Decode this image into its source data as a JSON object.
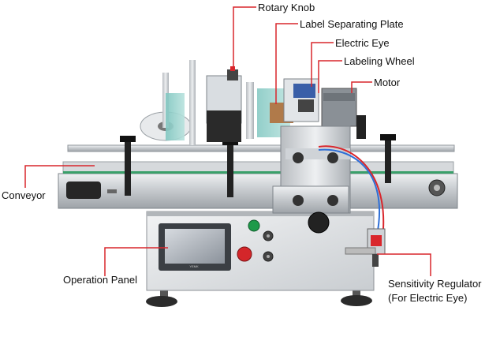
{
  "labels": {
    "rotary_knob": "Rotary Knob",
    "label_separating_plate": "Label Separating Plate",
    "electric_eye": "Electric Eye",
    "labeling_wheel": "Labeling Wheel",
    "motor": "Motor",
    "conveyor": "Conveyor",
    "operation_panel": "Operation Panel",
    "sensitivity_regulator_line1": "Sensitivity Regulator",
    "sensitivity_regulator_line2": "(For Electric Eye)"
  },
  "screen_text": "YEMK",
  "colors": {
    "callout": "#d9262c",
    "steel": "#c9ccd0",
    "green_button": "#1e9a4a",
    "red_button": "#d4262a"
  }
}
